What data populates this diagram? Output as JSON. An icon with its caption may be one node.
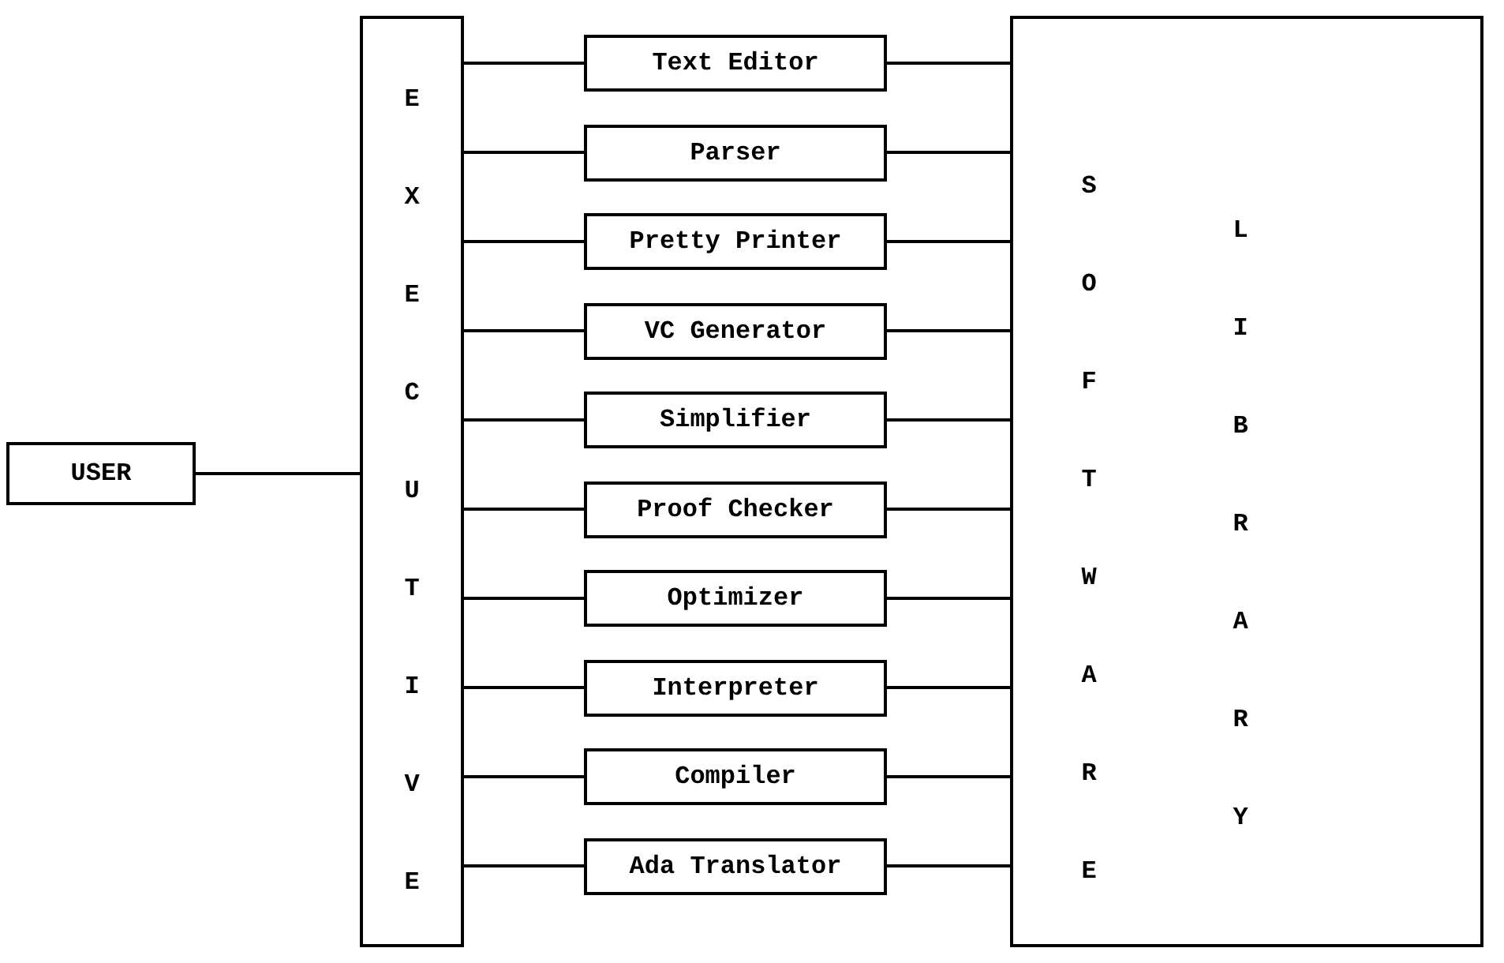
{
  "diagram": {
    "nodes": [
      {
        "text": [
          "USER"
        ]
      },
      {
        "text": [
          "EXECUTIVE"
        ]
      },
      {
        "text": [
          "Text Editor"
        ]
      },
      {
        "text": [
          "Parser"
        ]
      },
      {
        "text": [
          "Pretty Printer"
        ]
      },
      {
        "text": [
          "VC Generator"
        ]
      },
      {
        "text": [
          "Simplifier"
        ]
      },
      {
        "text": [
          "Proof Checker"
        ]
      },
      {
        "text": [
          "Optimizer"
        ]
      },
      {
        "text": [
          "Interpreter"
        ]
      },
      {
        "text": [
          "Compiler"
        ]
      },
      {
        "text": [
          "Ada Translator"
        ]
      },
      {
        "text": [
          "SOFTWARE",
          "LIBRARY"
        ]
      }
    ],
    "edges": [
      {
        "from": 0,
        "to": 1,
        "arrow": "none"
      },
      {
        "from": 1,
        "to": 2,
        "arrow": "none"
      },
      {
        "from": 1,
        "to": 3,
        "arrow": "none"
      },
      {
        "from": 1,
        "to": 4,
        "arrow": "none"
      },
      {
        "from": 1,
        "to": 5,
        "arrow": "none"
      },
      {
        "from": 1,
        "to": 6,
        "arrow": "none"
      },
      {
        "from": 1,
        "to": 7,
        "arrow": "none"
      },
      {
        "from": 1,
        "to": 8,
        "arrow": "none"
      },
      {
        "from": 1,
        "to": 9,
        "arrow": "none"
      },
      {
        "from": 1,
        "to": 10,
        "arrow": "none"
      },
      {
        "from": 1,
        "to": 11,
        "arrow": "none"
      },
      {
        "from": 2,
        "to": 12,
        "arrow": "none"
      },
      {
        "from": 3,
        "to": 12,
        "arrow": "none"
      },
      {
        "from": 4,
        "to": 12,
        "arrow": "none"
      },
      {
        "from": 5,
        "to": 12,
        "arrow": "none"
      },
      {
        "from": 6,
        "to": 12,
        "arrow": "none"
      },
      {
        "from": 7,
        "to": 12,
        "arrow": "none"
      },
      {
        "from": 8,
        "to": 12,
        "arrow": "none"
      },
      {
        "from": 9,
        "to": 12,
        "arrow": "none"
      },
      {
        "from": 10,
        "to": 12,
        "arrow": "none"
      },
      {
        "from": 11,
        "to": 12,
        "arrow": "none"
      }
    ]
  }
}
